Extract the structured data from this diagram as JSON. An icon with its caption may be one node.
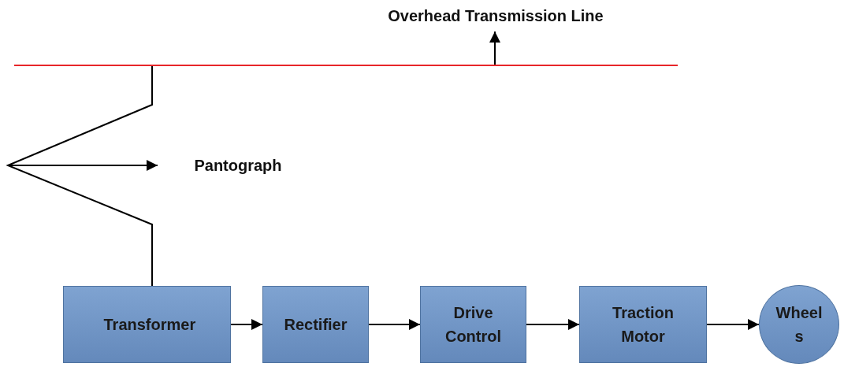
{
  "diagram": {
    "nodes": [
      {
        "text": [
          "Overhead Transmission Line"
        ]
      },
      {
        "text": [],
        "shape": "bar"
      },
      {
        "text": [
          "Pantograph"
        ]
      },
      {
        "text": [
          "Transformer"
        ]
      },
      {
        "text": [
          "Rectifier"
        ]
      },
      {
        "text": [
          "Drive Control"
        ]
      },
      {
        "text": [
          "Traction Motor"
        ]
      },
      {
        "text": [
          "Wheels"
        ]
      }
    ],
    "edges": [
      {
        "from": 1,
        "to": 0,
        "arrow": "to"
      },
      {
        "from": 1,
        "to": 3,
        "arrow": "none"
      },
      {
        "from": null,
        "to": 2,
        "arrow": "to"
      },
      {
        "from": 3,
        "to": 4,
        "arrow": "to"
      },
      {
        "from": 4,
        "to": 5,
        "arrow": "to"
      },
      {
        "from": 5,
        "to": 6,
        "arrow": "to"
      },
      {
        "from": 6,
        "to": 7,
        "arrow": "to"
      }
    ]
  }
}
